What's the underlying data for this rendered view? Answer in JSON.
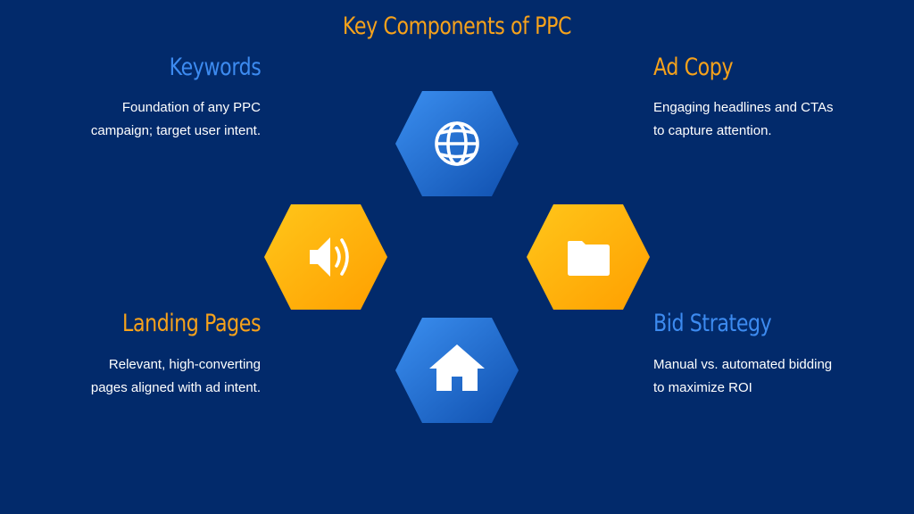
{
  "title": "Key Components of PPC",
  "colors": {
    "background": "#022a6b",
    "title": "#f7a21b",
    "blue_heading": "#3d8bf0",
    "orange_heading": "#f7a21b",
    "blue_hex_start": "#3b8ff0",
    "blue_hex_end": "#0f4fae",
    "orange_hex_start": "#ffc61a",
    "orange_hex_end": "#ff9f00"
  },
  "components": {
    "keywords": {
      "heading": "Keywords",
      "line1": "Foundation of any PPC",
      "line2": "campaign; target user intent.",
      "icon": "globe-icon"
    },
    "ad_copy": {
      "heading": "Ad Copy",
      "line1": "Engaging headlines and CTAs",
      "line2": "to capture attention.",
      "icon": "folder-icon"
    },
    "landing_pages": {
      "heading": "Landing Pages",
      "line1": "Relevant, high-converting",
      "line2": "pages aligned with ad intent.",
      "icon": "speaker-icon"
    },
    "bid_strategy": {
      "heading": "Bid Strategy",
      "line1": "Manual vs. automated bidding",
      "line2": "to maximize ROI",
      "icon": "home-icon"
    }
  }
}
